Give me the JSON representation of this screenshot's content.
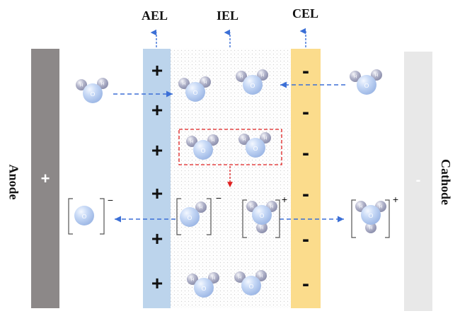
{
  "diagram": {
    "layers": {
      "ael": "AEL",
      "iel": "IEL",
      "cel": "CEL"
    },
    "electrodes": {
      "anode": {
        "label": "Anode",
        "sign": "+"
      },
      "cathode": {
        "label": "Cathode",
        "sign": "-"
      }
    },
    "ael_sign": "+",
    "cel_sign": "-",
    "ion_charges": {
      "hydroxide": "−",
      "hydronium": "+"
    },
    "atom_letters": {
      "oxygen": "O",
      "hydrogen": "H"
    },
    "colors": {
      "ael_fill": "#bcd4ec",
      "cel_fill": "#fbdc8c",
      "iel_dots": "#d6d6d6",
      "anode_fill": "#8c8888",
      "cathode_fill": "#e8e8e8",
      "arrow_blue": "#3b6fd6",
      "arrow_red": "#e02020",
      "molecule": "#b8cff0"
    }
  }
}
